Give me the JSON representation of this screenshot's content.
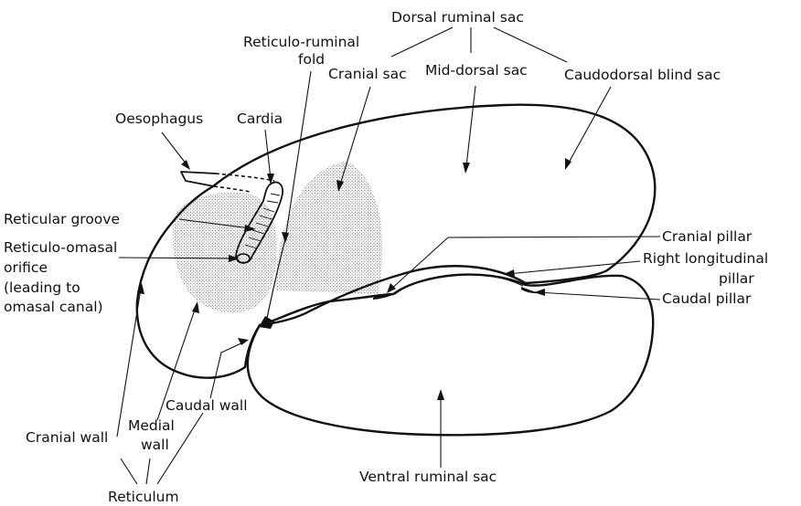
{
  "colors": {
    "ink": "#111111",
    "background": "#ffffff",
    "stipple": "#555555"
  },
  "labels": {
    "dorsal_ruminal_sac": "Dorsal ruminal sac",
    "reticulo_ruminal_fold_1": "Reticulo-ruminal",
    "reticulo_ruminal_fold_2": "fold",
    "cranial_sac": "Cranial sac",
    "mid_dorsal_sac": "Mid-dorsal sac",
    "caudodorsal_blind_sac": "Caudodorsal blind sac",
    "oesophagus": "Oesophagus",
    "cardia": "Cardia",
    "reticular_groove": "Reticular groove",
    "reticulo_omasal_orifice_1": "Reticulo-omasal",
    "reticulo_omasal_orifice_2": "orifice",
    "reticulo_omasal_orifice_3": "(leading to",
    "reticulo_omasal_orifice_4": "omasal canal)",
    "cranial_pillar": "Cranial pillar",
    "right_longitudinal_pillar_1": "Right longitudinal",
    "right_longitudinal_pillar_2": "pillar",
    "caudal_pillar": "Caudal pillar",
    "caudal_wall": "Caudal wall",
    "medial_wall_1": "Medial",
    "medial_wall_2": "wall",
    "cranial_wall": "Cranial wall",
    "ventral_ruminal_sac": "Ventral ruminal sac",
    "reticulum": "Reticulum"
  }
}
